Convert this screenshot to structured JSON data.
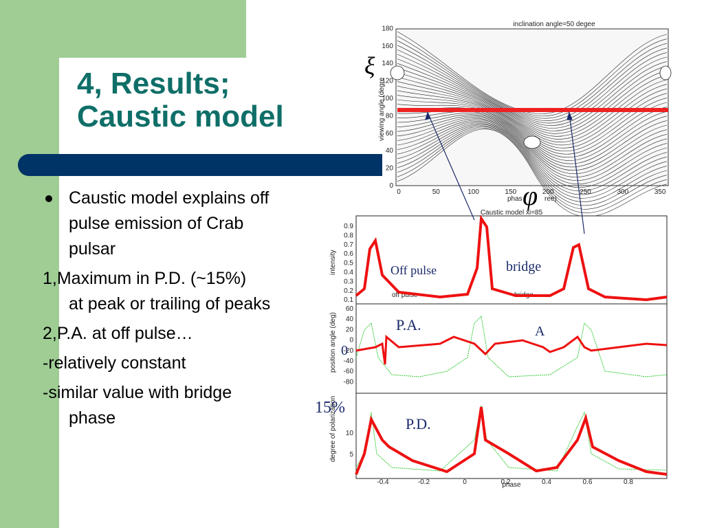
{
  "slide": {
    "title_line1": "4, Results;",
    "title_line2": "Caustic model"
  },
  "bullets": {
    "b1_line1": "Caustic model explains off",
    "b1_line2": "pulse emission of Crab",
    "b1_line3": "pulsar",
    "p1_line1": "1,Maximum in P.D. (~15%)",
    "p1_line2": "at peak or trailing of peaks",
    "p2": "2,P.A. at off pulse…",
    "p3": "-relatively constant",
    "p4_line1": "-similar value with bridge",
    "p4_line2": "phase"
  },
  "map": {
    "title": "inclination angle=50 degee",
    "ylabel": "viewing angle (degre",
    "xlabel_a": "phas",
    "xlabel_b": "ree)",
    "y_ticks": [
      "0",
      "20",
      "40",
      "60",
      "80",
      "100",
      "120",
      "140",
      "160",
      "180"
    ],
    "x_ticks": [
      "0",
      "50",
      "100",
      "150",
      "200",
      "250",
      "300",
      "350"
    ],
    "xi_symbol": "ξ",
    "phi_symbol": "φ",
    "line_color": "#ee2222"
  },
  "panels": {
    "title": "Caustic model xi=85",
    "intensity_label": "intensity",
    "pa_axis_label": "position angle (deg)",
    "pd_axis_label": "degree of polarization",
    "xlabel": "phase",
    "intensity_ticks": [
      "0.9",
      "0.8",
      "0.7",
      "0.6",
      "0.5",
      "0.4",
      "0.3",
      "0.2",
      "0.1"
    ],
    "pa_ticks": [
      "60",
      "40",
      "20",
      "0",
      "-20",
      "-40",
      "-60",
      "-80"
    ],
    "pd_ticks": [
      "10",
      "5"
    ],
    "phase_ticks": [
      "-0.4",
      "-0.2",
      "0",
      "0.2",
      "0.4",
      "0.6",
      "0.8"
    ],
    "off_pulse_inline": "off pulse",
    "bridge_inline": "bridge",
    "curve_color": "#ee1111",
    "model_color": "#33cc33"
  },
  "annotations": {
    "off_pulse": "Off  pulse",
    "bridge": "bridge",
    "pa": "P.A.",
    "a": "A",
    "zero": "0",
    "fifteen": "15%",
    "pd": "P.D."
  }
}
